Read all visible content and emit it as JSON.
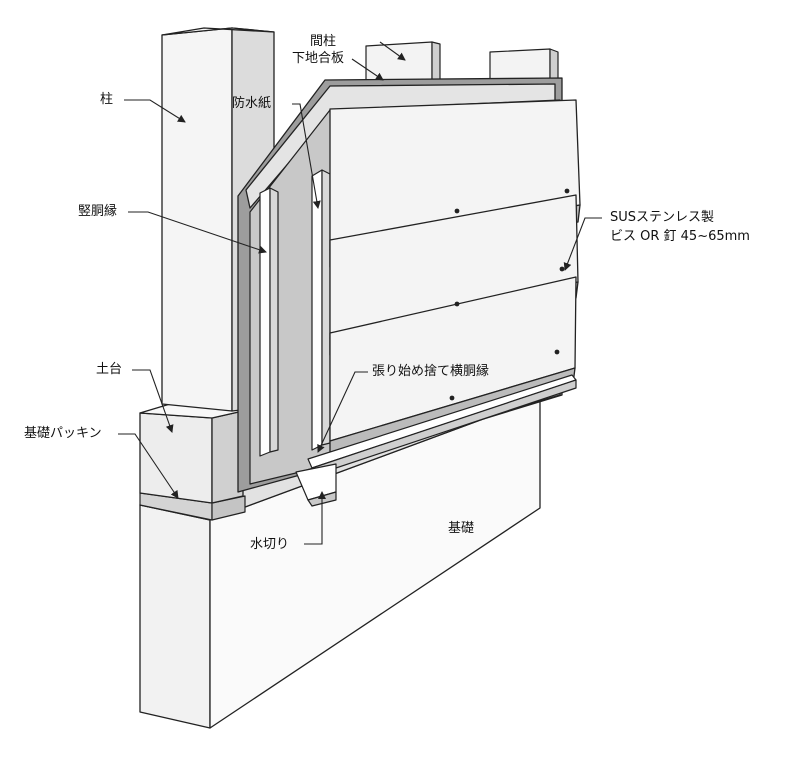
{
  "labels": {
    "hashira": "柱",
    "mabashira": "間柱",
    "shitaji": "下地合板",
    "bousuishi": "防水紙",
    "tatedoubuchi": "竪胴縁",
    "sus_line1": "SUSステンレス製",
    "sus_line2": "ビス OR 釘 45~65mm",
    "dodai": "土台",
    "harihajime": "張り始め捨て横胴縁",
    "kiso_packing": "基礎パッキン",
    "kiso": "基礎",
    "mizukiri": "水切り"
  },
  "colors": {
    "line": "#222222",
    "face_light": "#f7f7f7",
    "face_mid": "#e6e6e6",
    "face_dark": "#bdbdbd",
    "paper": "#c9c9c9"
  }
}
